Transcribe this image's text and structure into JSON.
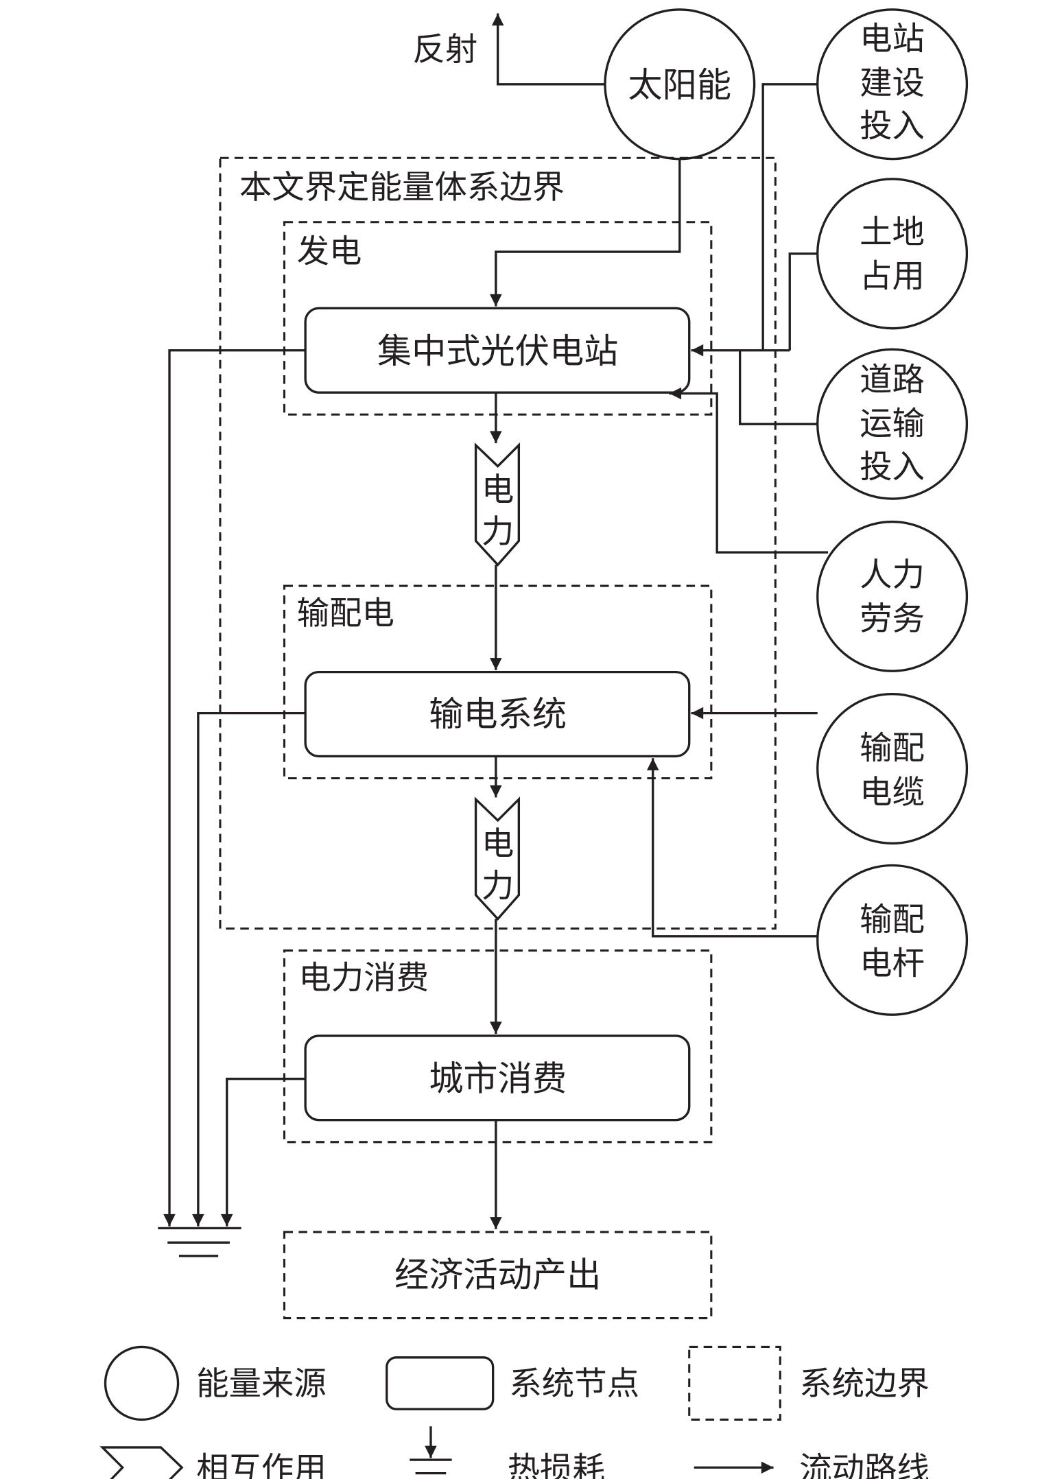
{
  "sources": {
    "solar": "太阳能",
    "station_build": [
      "电站",
      "建设",
      "投入"
    ],
    "land": [
      "土地",
      "占用"
    ],
    "road": [
      "道路",
      "运输",
      "投入"
    ],
    "labor": [
      "人力",
      "劳务"
    ],
    "cable": [
      "输配",
      "电缆"
    ],
    "pole": [
      "输配",
      "电杆"
    ]
  },
  "reflection": "反射",
  "boundary_label": "本文界定能量体系边界",
  "stages": {
    "generation": {
      "label": "发电",
      "node": "集中式光伏电站"
    },
    "transmission": {
      "label": "输配电",
      "node": "输电系统"
    },
    "consumption": {
      "label": "电力消费",
      "node": "城市消费"
    }
  },
  "interaction_1": [
    "电",
    "力"
  ],
  "interaction_2": [
    "电",
    "力"
  ],
  "output": "经济活动产出",
  "legend": {
    "energy_source": "能量来源",
    "system_node": "系统节点",
    "system_boundary": "系统边界",
    "interaction": "相互作用",
    "heat_loss": "热损耗",
    "flow_route": "流动路线"
  }
}
